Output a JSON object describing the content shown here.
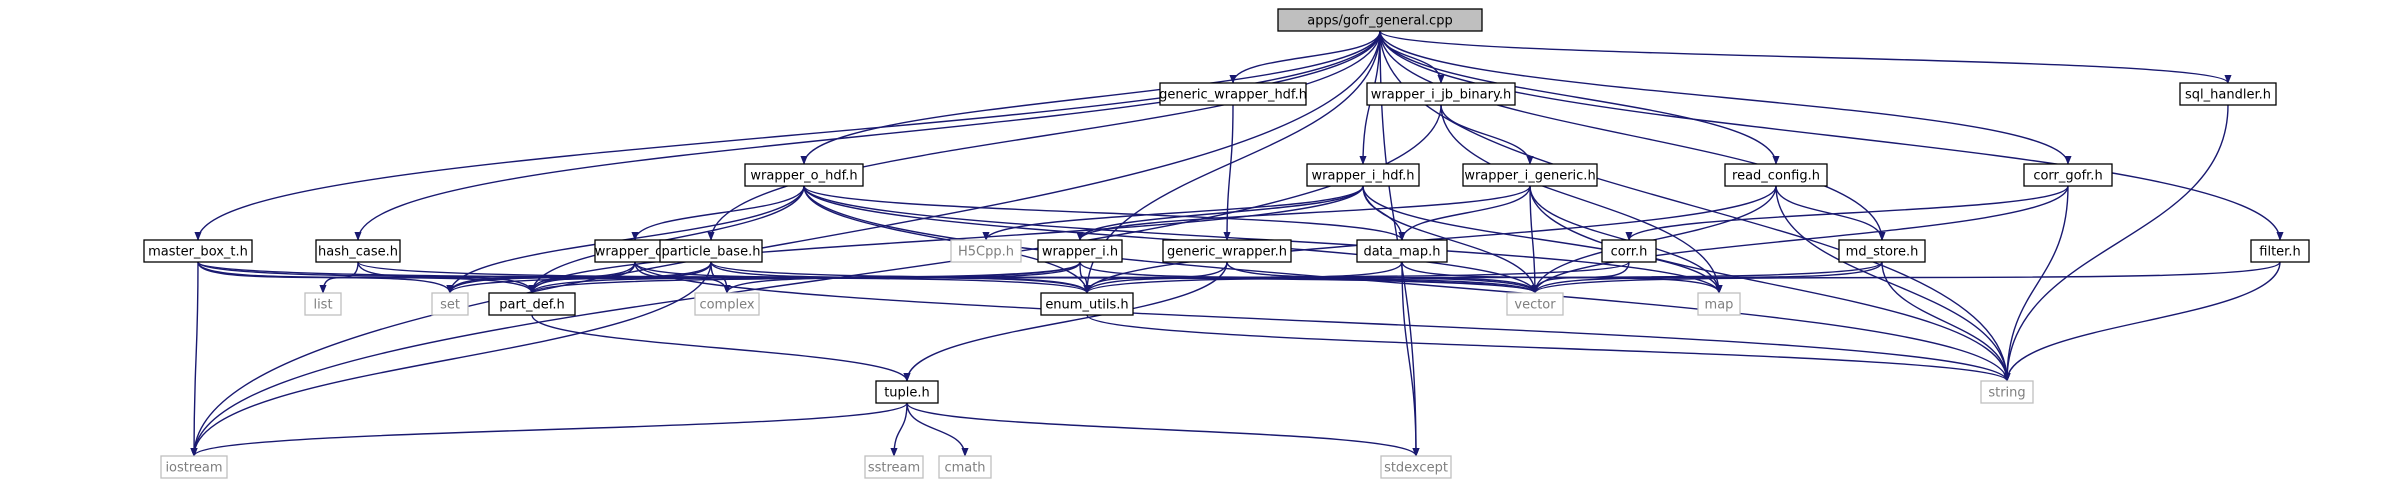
{
  "title": "apps/gofr_general.cpp",
  "colors": {
    "edge": "#191970",
    "root_fill": "#bfbfbf",
    "node_fill": "#ffffff",
    "node_border": "#000000",
    "ext_border": "#bfbfbf",
    "ext_text": "#7f7f7f"
  },
  "nodes": [
    {
      "id": "root",
      "label": "apps/gofr_general.cpp",
      "kind": "root"
    },
    {
      "id": "generic_wrapper_hdf",
      "label": "generic_wrapper_hdf.h",
      "kind": "file"
    },
    {
      "id": "wrapper_i_jb_binary",
      "label": "wrapper_i_jb_binary.h",
      "kind": "file"
    },
    {
      "id": "sql_handler",
      "label": "sql_handler.h",
      "kind": "file"
    },
    {
      "id": "wrapper_o_hdf",
      "label": "wrapper_o_hdf.h",
      "kind": "file"
    },
    {
      "id": "wrapper_i_hdf",
      "label": "wrapper_i_hdf.h",
      "kind": "file"
    },
    {
      "id": "wrapper_i_generic",
      "label": "wrapper_i_generic.h",
      "kind": "file"
    },
    {
      "id": "read_config",
      "label": "read_config.h",
      "kind": "file"
    },
    {
      "id": "corr_gofr",
      "label": "corr_gofr.h",
      "kind": "file"
    },
    {
      "id": "master_box_t",
      "label": "master_box_t.h",
      "kind": "file"
    },
    {
      "id": "hash_case",
      "label": "hash_case.h",
      "kind": "file"
    },
    {
      "id": "wrapper_o",
      "label": "wrapper_o.h",
      "kind": "file"
    },
    {
      "id": "particle_base",
      "label": "particle_base.h",
      "kind": "file"
    },
    {
      "id": "H5Cpp",
      "label": "H5Cpp.h",
      "kind": "ext"
    },
    {
      "id": "wrapper_i",
      "label": "wrapper_i.h",
      "kind": "file"
    },
    {
      "id": "generic_wrapper",
      "label": "generic_wrapper.h",
      "kind": "file"
    },
    {
      "id": "data_map",
      "label": "data_map.h",
      "kind": "file"
    },
    {
      "id": "corr",
      "label": "corr.h",
      "kind": "file"
    },
    {
      "id": "md_store",
      "label": "md_store.h",
      "kind": "file"
    },
    {
      "id": "filter",
      "label": "filter.h",
      "kind": "file"
    },
    {
      "id": "list",
      "label": "list",
      "kind": "ext"
    },
    {
      "id": "set",
      "label": "set",
      "kind": "ext"
    },
    {
      "id": "part_def",
      "label": "part_def.h",
      "kind": "file"
    },
    {
      "id": "complex",
      "label": "complex",
      "kind": "ext"
    },
    {
      "id": "enum_utils",
      "label": "enum_utils.h",
      "kind": "file"
    },
    {
      "id": "vector",
      "label": "vector",
      "kind": "ext"
    },
    {
      "id": "map",
      "label": "map",
      "kind": "ext"
    },
    {
      "id": "string",
      "label": "string",
      "kind": "ext"
    },
    {
      "id": "tuple",
      "label": "tuple.h",
      "kind": "file"
    },
    {
      "id": "iostream",
      "label": "iostream",
      "kind": "ext"
    },
    {
      "id": "sstream",
      "label": "sstream",
      "kind": "ext"
    },
    {
      "id": "cmath",
      "label": "cmath",
      "kind": "ext"
    },
    {
      "id": "stdexcept",
      "label": "stdexcept",
      "kind": "ext"
    }
  ],
  "edges": [
    [
      "root",
      "generic_wrapper_hdf"
    ],
    [
      "root",
      "wrapper_i_jb_binary"
    ],
    [
      "root",
      "sql_handler"
    ],
    [
      "root",
      "wrapper_o_hdf"
    ],
    [
      "root",
      "wrapper_i_hdf"
    ],
    [
      "root",
      "read_config"
    ],
    [
      "root",
      "corr_gofr"
    ],
    [
      "root",
      "master_box_t"
    ],
    [
      "root",
      "hash_case"
    ],
    [
      "root",
      "particle_base"
    ],
    [
      "root",
      "enum_utils"
    ],
    [
      "root",
      "md_store"
    ],
    [
      "root",
      "filter"
    ],
    [
      "root",
      "iostream"
    ],
    [
      "root",
      "string"
    ],
    [
      "root",
      "stdexcept"
    ],
    [
      "generic_wrapper_hdf",
      "generic_wrapper"
    ],
    [
      "wrapper_i_jb_binary",
      "iostream"
    ],
    [
      "wrapper_i_jb_binary",
      "wrapper_i_generic"
    ],
    [
      "wrapper_i_jb_binary",
      "map"
    ],
    [
      "sql_handler",
      "string"
    ],
    [
      "wrapper_o_hdf",
      "wrapper_o"
    ],
    [
      "wrapper_o_hdf",
      "part_def"
    ],
    [
      "wrapper_o_hdf",
      "data_map"
    ],
    [
      "wrapper_o_hdf",
      "enum_utils"
    ],
    [
      "wrapper_o_hdf",
      "vector"
    ],
    [
      "wrapper_o_hdf",
      "set"
    ],
    [
      "wrapper_o_hdf",
      "string"
    ],
    [
      "wrapper_o_hdf",
      "map"
    ],
    [
      "wrapper_i_hdf",
      "H5Cpp"
    ],
    [
      "wrapper_i_hdf",
      "wrapper_i"
    ],
    [
      "wrapper_i_hdf",
      "data_map"
    ],
    [
      "wrapper_i_hdf",
      "vector"
    ],
    [
      "wrapper_i_hdf",
      "part_def"
    ],
    [
      "wrapper_i_hdf",
      "map"
    ],
    [
      "wrapper_i_generic",
      "wrapper_i"
    ],
    [
      "wrapper_i_generic",
      "data_map"
    ],
    [
      "wrapper_i_generic",
      "vector"
    ],
    [
      "wrapper_i_generic",
      "string"
    ],
    [
      "wrapper_i_generic",
      "map"
    ],
    [
      "read_config",
      "md_store"
    ],
    [
      "read_config",
      "enum_utils"
    ],
    [
      "read_config",
      "vector"
    ],
    [
      "read_config",
      "string"
    ],
    [
      "corr_gofr",
      "corr"
    ],
    [
      "corr_gofr",
      "vector"
    ],
    [
      "corr_gofr",
      "string"
    ],
    [
      "master_box_t",
      "part_def"
    ],
    [
      "master_box_t",
      "set"
    ],
    [
      "master_box_t",
      "iostream"
    ],
    [
      "master_box_t",
      "enum_utils"
    ],
    [
      "master_box_t",
      "vector"
    ],
    [
      "hash_case",
      "list"
    ],
    [
      "hash_case",
      "part_def"
    ],
    [
      "hash_case",
      "vector"
    ],
    [
      "wrapper_o",
      "part_def"
    ],
    [
      "wrapper_o",
      "set"
    ],
    [
      "wrapper_o",
      "complex"
    ],
    [
      "wrapper_o",
      "string"
    ],
    [
      "wrapper_o",
      "enum_utils"
    ],
    [
      "particle_base",
      "part_def"
    ],
    [
      "particle_base",
      "complex"
    ],
    [
      "particle_base",
      "enum_utils"
    ],
    [
      "particle_base",
      "set"
    ],
    [
      "particle_base",
      "iostream"
    ],
    [
      "particle_base",
      "vector"
    ],
    [
      "wrapper_i",
      "part_def"
    ],
    [
      "wrapper_i",
      "enum_utils"
    ],
    [
      "wrapper_i",
      "vector"
    ],
    [
      "wrapper_i",
      "complex"
    ],
    [
      "wrapper_i",
      "set"
    ],
    [
      "generic_wrapper",
      "enum_utils"
    ],
    [
      "generic_wrapper",
      "tuple"
    ],
    [
      "generic_wrapper",
      "vector"
    ],
    [
      "data_map",
      "enum_utils"
    ],
    [
      "data_map",
      "stdexcept"
    ],
    [
      "data_map",
      "map"
    ],
    [
      "corr",
      "vector"
    ],
    [
      "corr",
      "part_def"
    ],
    [
      "md_store",
      "vector"
    ],
    [
      "md_store",
      "enum_utils"
    ],
    [
      "md_store",
      "string"
    ],
    [
      "filter",
      "vector"
    ],
    [
      "filter",
      "string"
    ],
    [
      "part_def",
      "tuple"
    ],
    [
      "enum_utils",
      "string"
    ],
    [
      "tuple",
      "iostream"
    ],
    [
      "tuple",
      "sstream"
    ],
    [
      "tuple",
      "cmath"
    ],
    [
      "tuple",
      "stdexcept"
    ]
  ]
}
